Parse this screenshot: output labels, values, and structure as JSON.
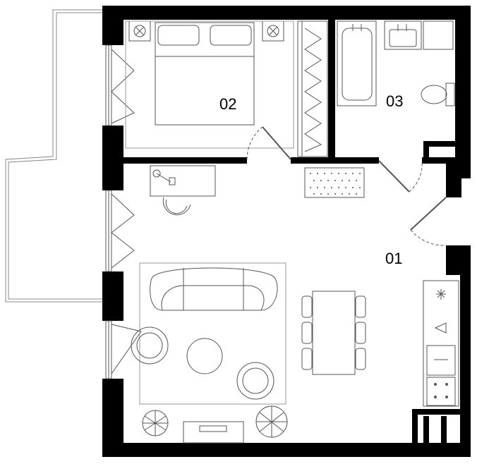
{
  "plan": {
    "colors": {
      "wall": "#000000",
      "line": "#555555",
      "background": "#ffffff"
    },
    "rooms": [
      {
        "id": "01",
        "label": "01"
      },
      {
        "id": "02",
        "label": "02"
      },
      {
        "id": "03",
        "label": "03"
      }
    ]
  }
}
